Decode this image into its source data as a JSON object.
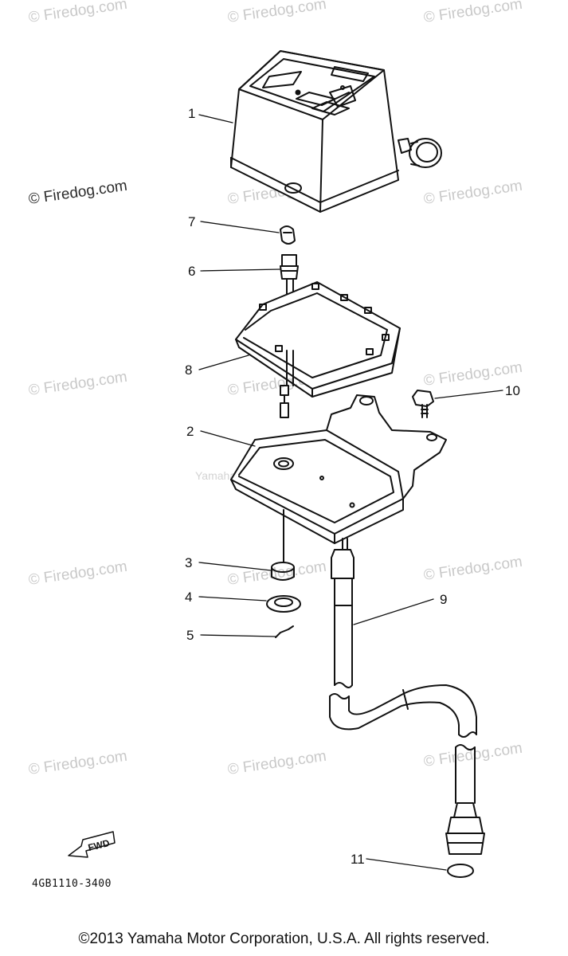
{
  "watermark": {
    "text": "© Firedog.com",
    "secondary_text": "Yamaha Motor Corporation"
  },
  "callouts": {
    "c1": "1",
    "c2": "2",
    "c3": "3",
    "c4": "4",
    "c5": "5",
    "c6": "6",
    "c7": "7",
    "c8": "8",
    "c9": "9",
    "c10": "10",
    "c11": "11"
  },
  "fwd_label": "FWD",
  "drawing_number": "4GB1110-3400",
  "footer": "©2013 Yamaha Motor Corporation, U.S.A. All rights reserved.",
  "colors": {
    "line": "#111111",
    "watermark": "#c9c9c9",
    "background": "#ffffff"
  }
}
